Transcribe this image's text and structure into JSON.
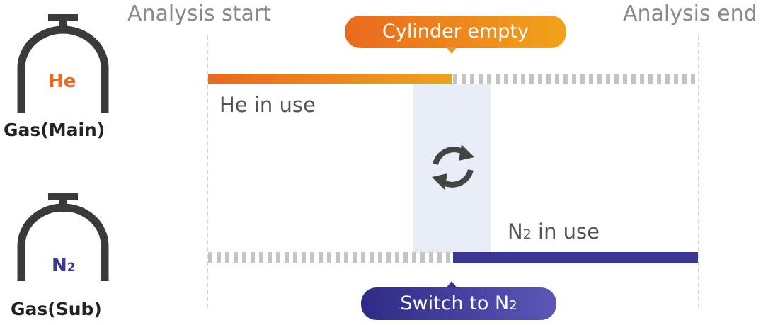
{
  "timeline": {
    "start_label": "Analysis start",
    "end_label": "Analysis end"
  },
  "main_gas": {
    "symbol": "He",
    "label": "Gas(Main)",
    "in_use_label": "He in use",
    "event_label": "Cylinder empty",
    "color": "#e8691f"
  },
  "sub_gas": {
    "symbol_base": "N",
    "symbol_subscript": "2",
    "label": "Gas(Sub)",
    "in_use_base": "N",
    "in_use_subscript": "2",
    "in_use_suffix": " in use",
    "event_prefix": "Switch to N",
    "event_subscript": "2",
    "color": "#3b3894"
  },
  "icons": {
    "cylinder": "gas-cylinder-icon",
    "switch": "refresh-cycle-icon"
  }
}
